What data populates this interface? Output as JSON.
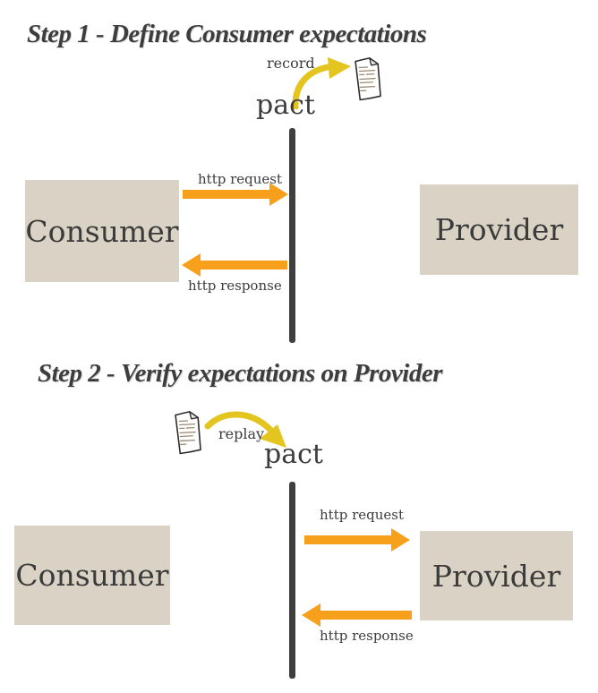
{
  "colors": {
    "arrow_orange": "#f6a01c",
    "arrow_gold": "#e4c41e",
    "box_fill": "#dad3c5",
    "line_color": "#3f3f3f",
    "text_color": "#3c3c3c"
  },
  "step1": {
    "title": "Step 1 - Define Consumer expectations",
    "record_label": "record",
    "pact_label": "pact",
    "consumer_label": "Consumer",
    "provider_label": "Provider",
    "request_label": "http request",
    "response_label": "http response"
  },
  "step2": {
    "title": "Step 2 - Verify expectations on Provider",
    "replay_label": "replay",
    "pact_label": "pact",
    "consumer_label": "Consumer",
    "provider_label": "Provider",
    "request_label": "http request",
    "response_label": "http response"
  }
}
